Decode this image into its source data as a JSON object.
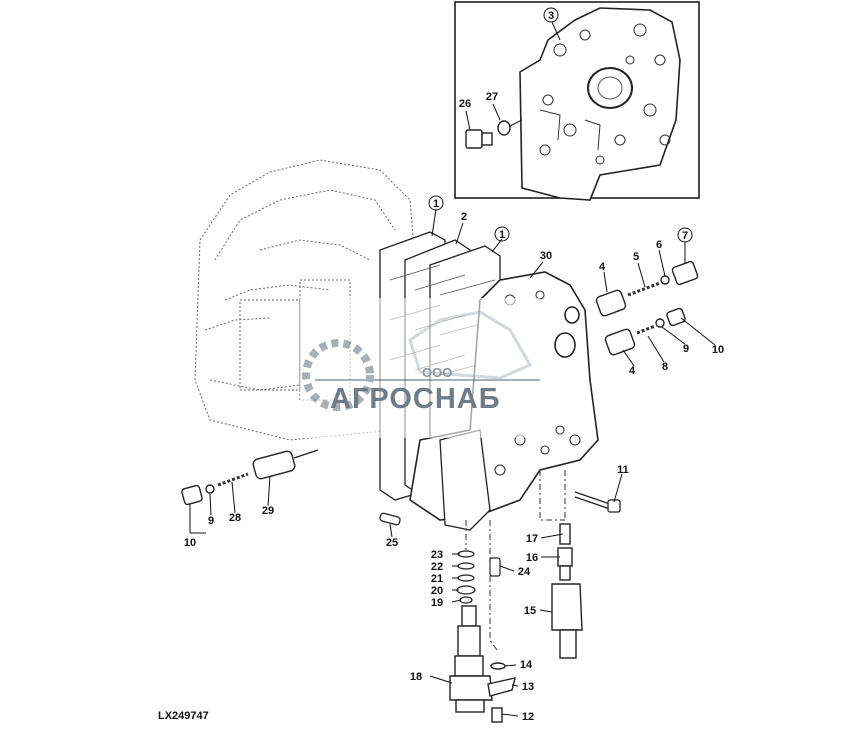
{
  "reference_code": "LX249747",
  "watermark": {
    "company_prefix": "ООО",
    "company_name": "АГРОСНАБ",
    "color": "#6f7b86"
  },
  "callouts": [
    {
      "id": "3",
      "label": "3"
    },
    {
      "id": "26",
      "label": "26"
    },
    {
      "id": "27",
      "label": "27"
    },
    {
      "id": "1a",
      "label": "1"
    },
    {
      "id": "2",
      "label": "2"
    },
    {
      "id": "1b",
      "label": "1"
    },
    {
      "id": "30",
      "label": "30"
    },
    {
      "id": "4a",
      "label": "4"
    },
    {
      "id": "5",
      "label": "5"
    },
    {
      "id": "6",
      "label": "6"
    },
    {
      "id": "7",
      "label": "7"
    },
    {
      "id": "9a",
      "label": "9"
    },
    {
      "id": "10a",
      "label": "10"
    },
    {
      "id": "8",
      "label": "8"
    },
    {
      "id": "4b",
      "label": "4"
    },
    {
      "id": "11",
      "label": "11"
    },
    {
      "id": "10b",
      "label": "10"
    },
    {
      "id": "9b",
      "label": "9"
    },
    {
      "id": "28",
      "label": "28"
    },
    {
      "id": "29",
      "label": "29"
    },
    {
      "id": "25",
      "label": "25"
    },
    {
      "id": "17",
      "label": "17"
    },
    {
      "id": "16",
      "label": "16"
    },
    {
      "id": "23",
      "label": "23"
    },
    {
      "id": "22",
      "label": "22"
    },
    {
      "id": "21",
      "label": "21"
    },
    {
      "id": "20",
      "label": "20"
    },
    {
      "id": "19",
      "label": "19"
    },
    {
      "id": "24",
      "label": "24"
    },
    {
      "id": "15",
      "label": "15"
    },
    {
      "id": "14",
      "label": "14"
    },
    {
      "id": "18",
      "label": "18"
    },
    {
      "id": "13",
      "label": "13"
    },
    {
      "id": "12",
      "label": "12"
    }
  ]
}
